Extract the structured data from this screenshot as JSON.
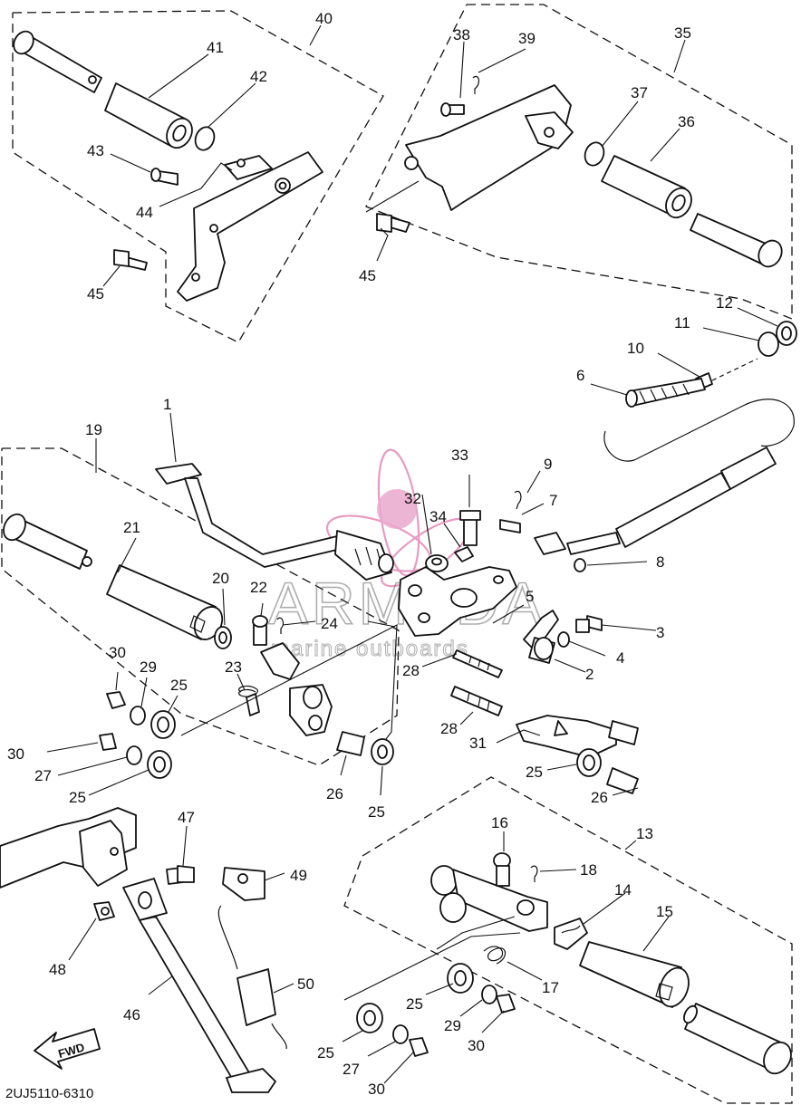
{
  "diagram_code": "2UJ5110-6310",
  "forward_label": "FWD",
  "watermark": {
    "brand": "ARMADA",
    "tagline": "marine outboards"
  },
  "callouts": {
    "c1": "1",
    "c2": "2",
    "c3": "3",
    "c4": "4",
    "c5": "5",
    "c6": "6",
    "c7": "7",
    "c8": "8",
    "c9": "9",
    "c10": "10",
    "c11": "11",
    "c12": "12",
    "c13": "13",
    "c14": "14",
    "c15": "15",
    "c16": "16",
    "c17": "17",
    "c18": "18",
    "c19": "19",
    "c20": "20",
    "c21": "21",
    "c22": "22",
    "c23": "23",
    "c24": "24",
    "c25a": "25",
    "c25b": "25",
    "c25c": "25",
    "c25d": "25",
    "c25e": "25",
    "c25f": "25",
    "c26a": "26",
    "c26b": "26",
    "c27a": "27",
    "c27b": "27",
    "c28a": "28",
    "c28b": "28",
    "c29a": "29",
    "c29b": "29",
    "c30a": "30",
    "c30b": "30",
    "c30c": "30",
    "c30d": "30",
    "c31": "31",
    "c32": "32",
    "c33": "33",
    "c34": "34",
    "c35": "35",
    "c36": "36",
    "c37": "37",
    "c38": "38",
    "c39": "39",
    "c40": "40",
    "c41": "41",
    "c42": "42",
    "c43": "43",
    "c44": "44",
    "c45a": "45",
    "c45b": "45",
    "c46": "46",
    "c47": "47",
    "c48": "48",
    "c49": "49",
    "c50": "50"
  }
}
